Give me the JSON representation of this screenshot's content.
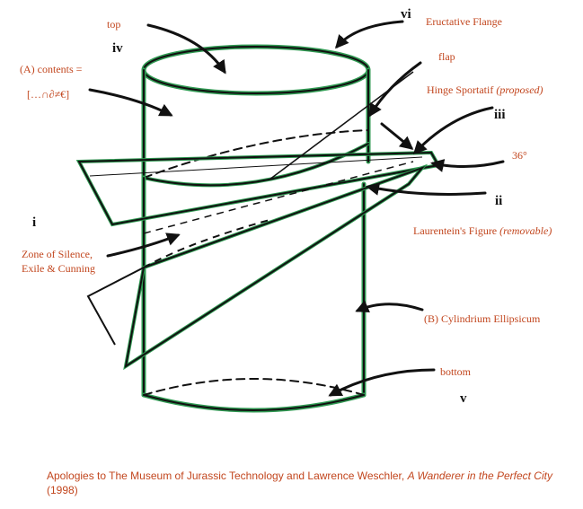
{
  "labels": {
    "top": "top",
    "eructative_flange": "Eructative Flange",
    "flap": "flap",
    "contents_a": "(A) contents =",
    "contents_formula": "[…∩∂≠€]",
    "hinge": "Hinge Sportatif",
    "hinge_note": "(proposed)",
    "angle": "36°",
    "laurentein": "Laurentein's Figure",
    "laurentein_note": "(removable)",
    "zone_line1": "Zone of Silence,",
    "zone_line2": "Exile & Cunning",
    "cylindrium": "(B) Cylindrium Ellipsicum",
    "bottom": "bottom"
  },
  "numerals": {
    "i": "i",
    "ii": "ii",
    "iii": "iii",
    "iv": "iv",
    "v": "v",
    "vi": "vi"
  },
  "credit": {
    "prefix": "Apologies to The Museum of Jurassic Technology and Lawrence Weschler, ",
    "book": "A Wanderer in the Perfect City",
    "year": " (1998)"
  },
  "colors": {
    "label": "#c2461e",
    "green": "#2f9a52",
    "ink": "#111111"
  }
}
